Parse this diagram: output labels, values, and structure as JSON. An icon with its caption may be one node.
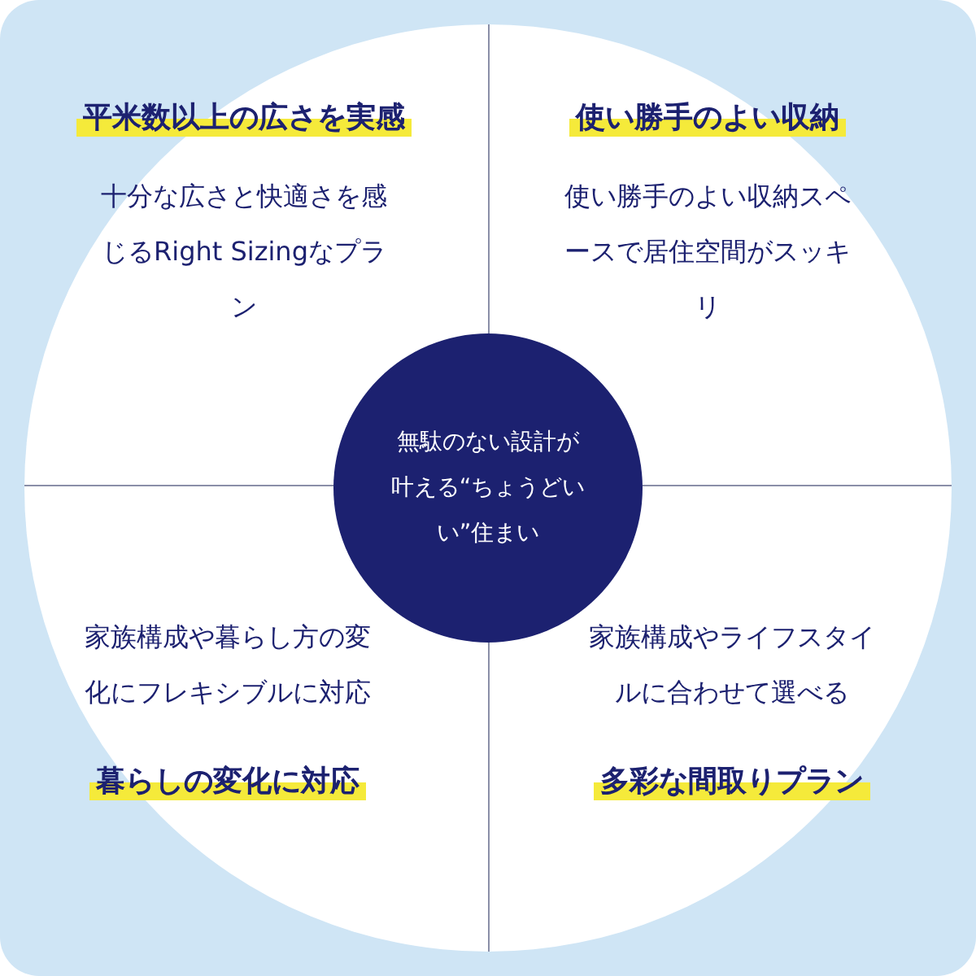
{
  "diagram": {
    "nodes": [
      {
        "text": [],
        "shape": "circle"
      },
      {
        "text": [
          "平米数以上の広さを実感",
          "十分な広さと快適さを感じるRight Sizingなプラン"
        ],
        "in": 0
      },
      {
        "text": [
          "使い勝手のよい収納",
          "使い勝手のよい収納スペースで居住空間がスッキリ"
        ],
        "in": 0
      },
      {
        "text": [
          "無駄のない設計が叶える“ちょうどいい”住まい"
        ],
        "in": 0
      },
      {
        "text": [
          "家族構成や暮らし方の変化にフレキシブルに対応",
          "暮らしの変化に対応"
        ],
        "in": 0
      },
      {
        "text": [
          "家族構成やライフスタイルに合わせて選べる",
          "多彩な間取りプラン"
        ],
        "in": 0
      }
    ],
    "edges": []
  }
}
